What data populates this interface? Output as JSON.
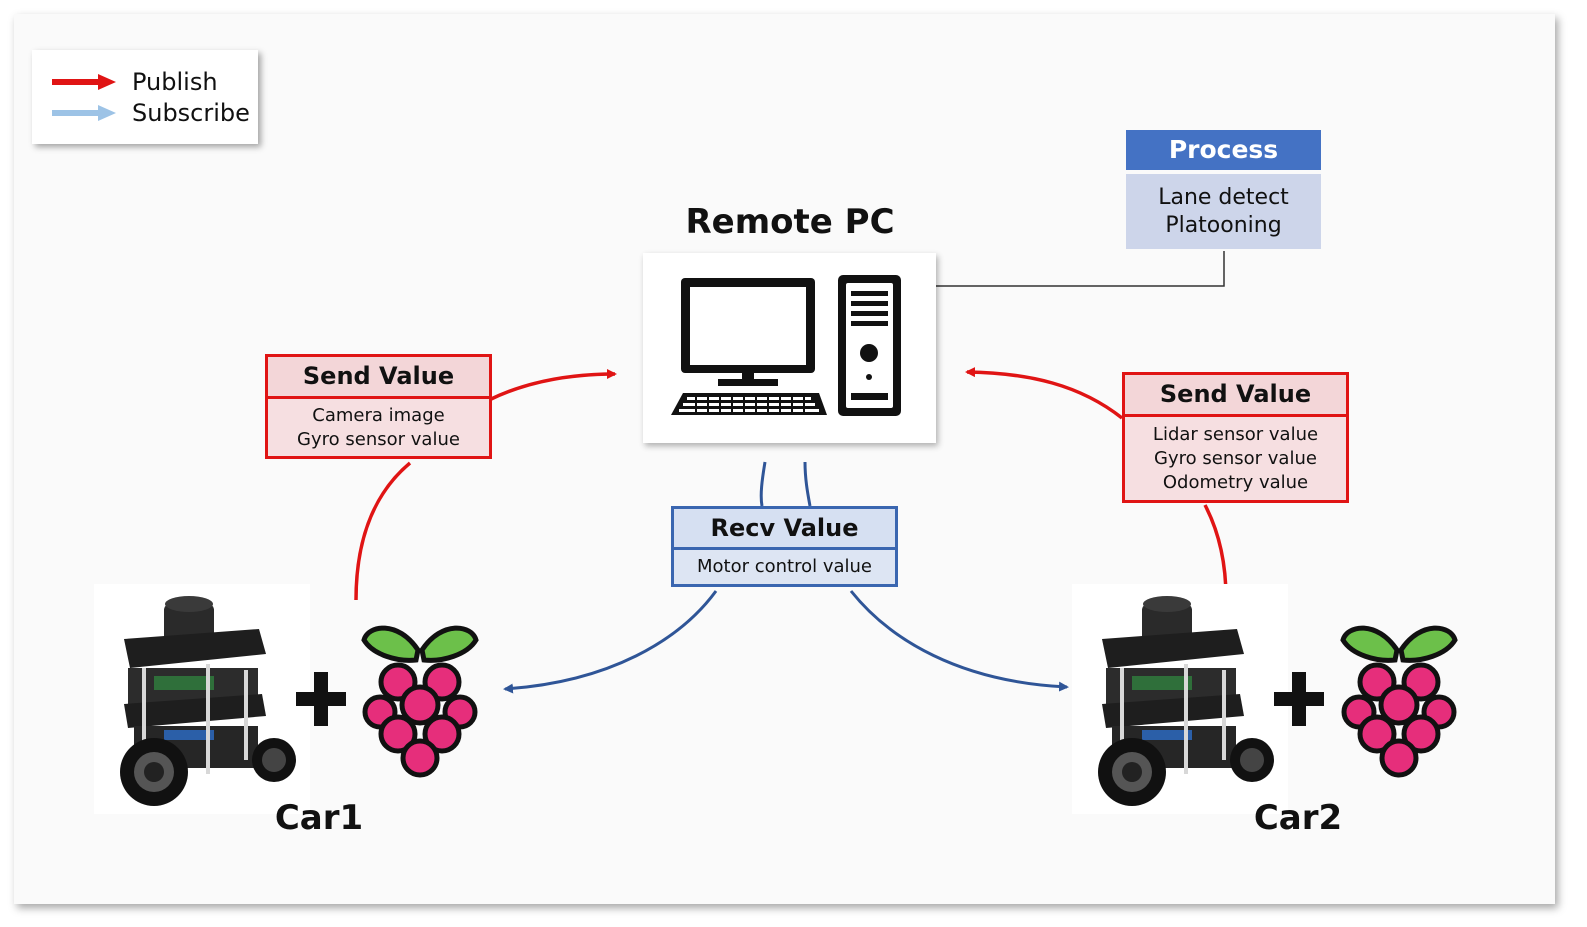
{
  "legend": {
    "publish_label": "Publish",
    "subscribe_label": "Subscribe",
    "publish_color": "#e01414",
    "subscribe_color": "#9dc3e6"
  },
  "remote_pc": {
    "title": "Remote PC"
  },
  "process": {
    "header": "Process",
    "items": [
      "Lane detect",
      "Platooning"
    ],
    "header_color": "#4472c4",
    "body_color": "#cdd5ea"
  },
  "send_value_car1": {
    "header": "Send Value",
    "items": [
      "Camera image",
      "Gyro sensor value"
    ]
  },
  "send_value_car2": {
    "header": "Send Value",
    "items": [
      "Lidar sensor value",
      "Gyro sensor value",
      "Odometry value"
    ]
  },
  "recv_value": {
    "header": "Recv Value",
    "items": [
      "Motor control value"
    ]
  },
  "cars": [
    {
      "label": "Car1"
    },
    {
      "label": "Car2"
    }
  ],
  "colors": {
    "publish_arrow": "#e01414",
    "subscribe_arrow": "#2f5597"
  },
  "icons": [
    "desktop-computer-icon",
    "pc-tower-icon",
    "keyboard-icon",
    "robot-car-icon",
    "raspberry-pi-logo-icon",
    "plus-icon"
  ]
}
